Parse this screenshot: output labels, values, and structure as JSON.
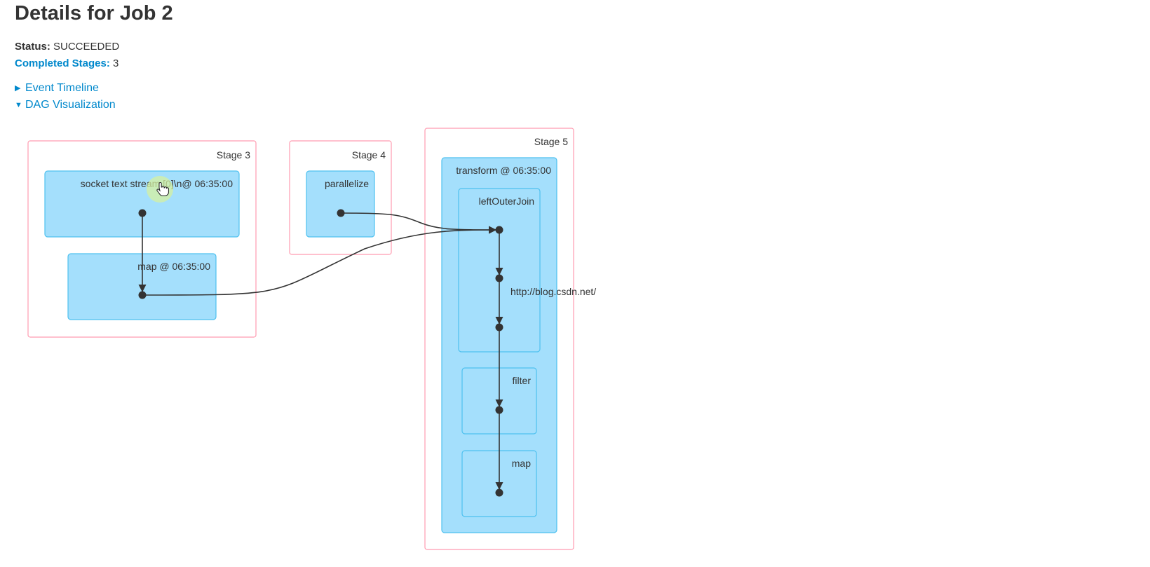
{
  "page": {
    "title": "Details for Job 2",
    "status_label": "Status:",
    "status_value": "SUCCEEDED",
    "completed_label": "Completed Stages:",
    "completed_value": "3",
    "event_timeline": "Event Timeline",
    "dag_visualization": "DAG Visualization"
  },
  "dag": {
    "stage3": {
      "label": "Stage 3",
      "clusters": {
        "socket": "socket text stream [0]\\n@ 06:35:00",
        "map": "map @ 06:35:00"
      }
    },
    "stage4": {
      "label": "Stage 4",
      "clusters": {
        "parallelize": "parallelize"
      }
    },
    "stage5": {
      "label": "Stage 5",
      "clusters": {
        "transform": "transform @ 06:35:00",
        "leftOuterJoin": "leftOuterJoin",
        "filter": "filter",
        "map": "map"
      }
    },
    "colors": {
      "stage_border": "#ff9bb0",
      "cluster_fill": "#a4dffc",
      "cluster_border": "#4ec1ef",
      "node": "#333333",
      "edge": "#333333"
    }
  },
  "watermark": "http://blog.csdn.net/"
}
